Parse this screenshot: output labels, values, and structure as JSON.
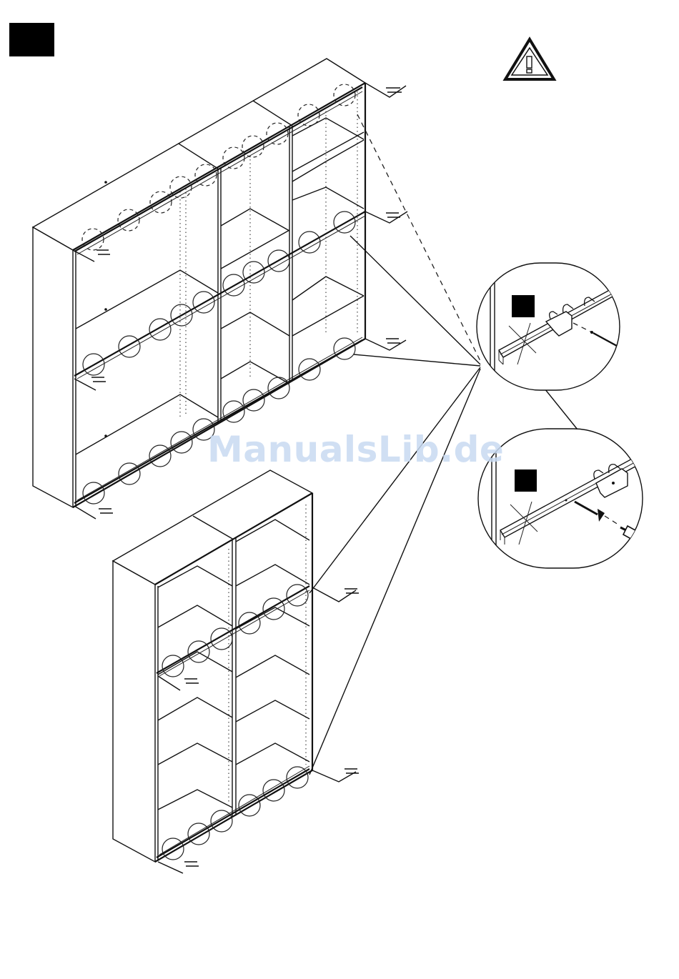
{
  "watermark": {
    "text": "ManualsLib.de",
    "color": "#c8daf2"
  },
  "step_marker": {
    "color": "#000000"
  },
  "icons": {
    "warning": "warning-triangle-icon",
    "screwdriver": "screwdriver-icon",
    "screw": "screw-icon",
    "step_marker": "black-square-marker"
  },
  "illustration": {
    "assemblies": [
      {
        "name": "large-three-section-shelf"
      },
      {
        "name": "small-two-section-shelf"
      }
    ],
    "detail_views": [
      {
        "name": "rail-with-pin-detail"
      },
      {
        "name": "rail-with-screw-detail"
      }
    ]
  }
}
